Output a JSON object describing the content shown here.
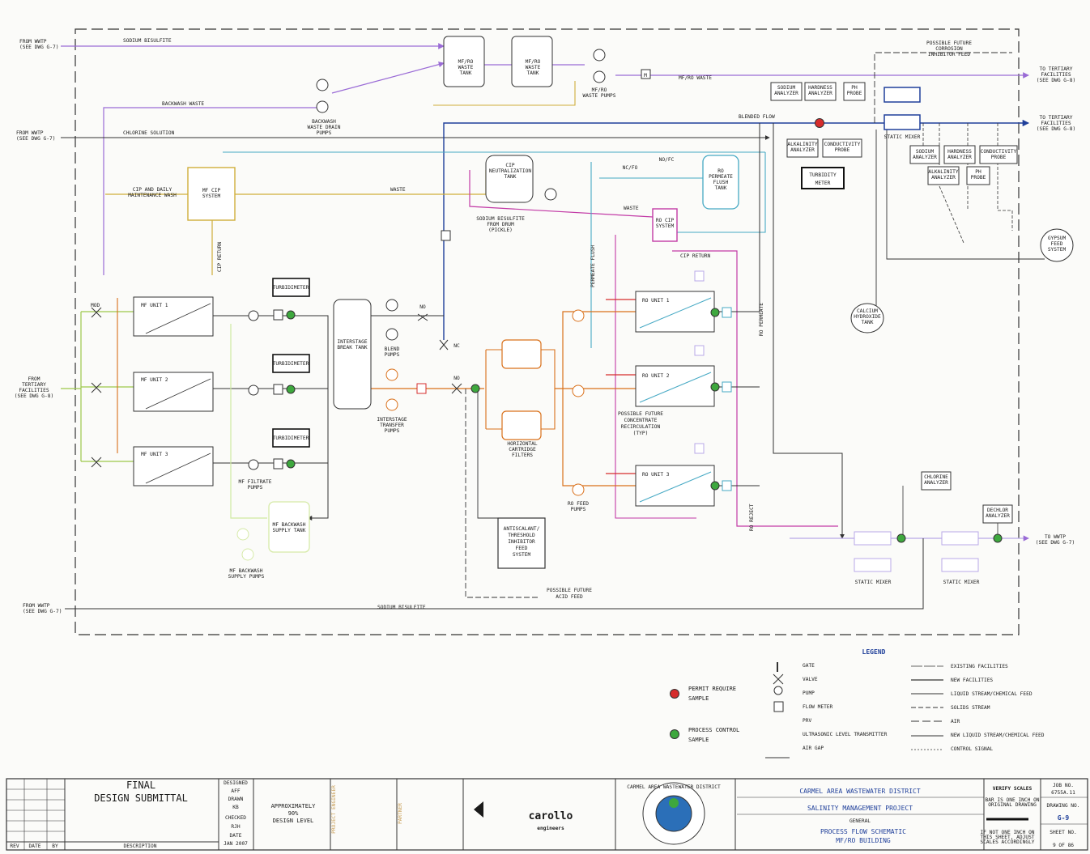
{
  "external": {
    "from_wwtp_1": [
      "FROM WWTP",
      "(SEE DWG G-7)"
    ],
    "from_wwtp_2": [
      "FROM WWTP",
      "(SEE DWG G-7)"
    ],
    "from_wwtp_3": [
      "FROM WWTP",
      "(SEE DWG G-7)"
    ],
    "from_tertiary": [
      "FROM",
      "TERTIARY",
      "FACILITIES",
      "(SEE DWG G-8)"
    ],
    "to_tertiary_1": [
      "TO TERTIARY",
      "FACILITIES",
      "(SEE DWG G-8)"
    ],
    "to_tertiary_2": [
      "TO TERTIARY",
      "FACILITIES",
      "(SEE DWG G-8)"
    ],
    "to_wwtp": [
      "TO WWTP",
      "(SEE DWG G-7)"
    ]
  },
  "streams": {
    "sodium_bisulfite_top": "SODIUM BISULFITE",
    "sodium_bisulfite_bottom": "SODIUM BISULFITE",
    "backwash_waste": "BACKWASH WASTE",
    "chlorine_solution": "CHLORINE SOLUTION",
    "mf_ro_waste": "MF/RO WASTE",
    "blended_flow": "BLENDED FLOW",
    "waste_cip": "WASTE",
    "waste_ro": "WASTE",
    "cip_return_v": "CIP RETURN",
    "cip_return_h": "CIP RETURN",
    "permeate_flush": "PERMEATE FLUSH",
    "ro_permeate": "RO PERMEATE",
    "ro_reject": "RO REJECT",
    "possible_future_acid": [
      "POSSIBLE FUTURE",
      "ACID FEED"
    ],
    "possible_future_corrosion": [
      "POSSIBLE FUTURE",
      "CORROSION",
      "INHIBITOR FEED"
    ],
    "possible_future_concentrate": [
      "POSSIBLE FUTURE",
      "CONCENTRATE",
      "RECIRCULATION",
      "(TYP)"
    ]
  },
  "equipment": {
    "mf_ro_waste_tank_1": [
      "MF/RO",
      "WASTE",
      "TANK"
    ],
    "mf_ro_waste_tank_2": [
      "MF/RO",
      "WASTE",
      "TANK"
    ],
    "mf_ro_waste_pumps": [
      "MF/RO",
      "WASTE PUMPS"
    ],
    "backwash_waste_drain_pumps": [
      "BACKWASH",
      "WASTE DRAIN",
      "PUMPS"
    ],
    "cip_daily_wash": [
      "CIP AND DAILY",
      "MAINTENANCE WASH"
    ],
    "mf_cip_system": [
      "MF CIP",
      "SYSTEM"
    ],
    "cip_neutralization_tank": [
      "CIP",
      "NEUTRALIZATION",
      "TANK"
    ],
    "sodium_bisulfite_drum": [
      "SODIUM BISULFITE",
      "FROM DRUM",
      "(PICKLE)"
    ],
    "ro_permeate_flush_tank": [
      "RO",
      "PERMEATE",
      "FLUSH",
      "TANK"
    ],
    "ro_cip_system": [
      "RO CIP",
      "SYSTEM"
    ],
    "mf_unit_1": "MF UNIT 1",
    "mf_unit_2": "MF UNIT 2",
    "mf_unit_3": "MF UNIT 3",
    "mod": "MOD",
    "turbidimeter": "TURBIDIMETER",
    "mf_filtrate_pumps": [
      "MF FILTRATE",
      "PUMPS"
    ],
    "mf_backwash_supply_tank": [
      "MF BACKWASH",
      "SUPPLY TANK"
    ],
    "mf_backwash_supply_pumps": [
      "MF BACKWASH",
      "SUPPLY PUMPS"
    ],
    "interstage_break_tank": [
      "INTERSTAGE",
      "BREAK TANK"
    ],
    "blend_pumps": [
      "BLEND",
      "PUMPS"
    ],
    "interstage_transfer_pumps": [
      "INTERSTAGE",
      "TRANSFER",
      "PUMPS"
    ],
    "horizontal_cartridge_filters": [
      "HORIZONTAL",
      "CARTRIDGE",
      "FILTERS"
    ],
    "antiscalant_system": [
      "ANTISCALANT/",
      "THRESHOLD",
      "INHIBITOR",
      "FEED",
      "SYSTEM"
    ],
    "ro_unit_1": "RO UNIT 1",
    "ro_unit_2": "RO UNIT 2",
    "ro_unit_3": "RO UNIT 3",
    "ro_feed_pumps": [
      "RO FEED",
      "PUMPS"
    ],
    "sodium_analyzer": [
      "SODIUM",
      "ANALYZER"
    ],
    "hardness_analyzer": [
      "HARDNESS",
      "ANALYZER"
    ],
    "ph_probe": [
      "PH",
      "PROBE"
    ],
    "alkalinity_analyzer": [
      "ALKALINITY",
      "ANALYZER"
    ],
    "conductivity_probe": [
      "CONDUCTIVITY",
      "PROBE"
    ],
    "turbidity_meter": [
      "TURBIDITY",
      "METER"
    ],
    "static_mixer_top": "STATIC MIXER",
    "static_mixer_1": "STATIC MIXER",
    "static_mixer_2": "STATIC MIXER",
    "gypsum_feed": [
      "GYPSUM",
      "FEED",
      "SYSTEM"
    ],
    "calcium_hydroxide": [
      "CALCIUM",
      "HYDROXIDE",
      "TANK"
    ],
    "chlorine_analyzer": [
      "CHLORINE",
      "ANALYZER"
    ],
    "dechlor_analyzer": [
      "DECHLOR",
      "ANALYZER"
    ],
    "valve_no": "NO",
    "valve_nc": "NC",
    "valve_nc_fo": "NC/FO",
    "valve_no_fc": "NO/FC",
    "meter_m": "M"
  },
  "legend": {
    "title": "LEGEND",
    "permit_sample": [
      "PERMIT REQUIRE",
      "SAMPLE"
    ],
    "process_sample": [
      "PROCESS CONTROL",
      "SAMPLE"
    ],
    "symbols": [
      "GATE",
      "VALVE",
      "PUMP",
      "FLOW METER",
      "PRV",
      "ULTRASONIC LEVEL TRANSMITTER",
      "AIR GAP"
    ],
    "lines": [
      "EXISTING FACILITIES",
      "NEW FACILITIES",
      "LIQUID STREAM/CHEMICAL FEED",
      "SOLIDS STREAM",
      "AIR",
      "NEW LIQUID STREAM/CHEMICAL FEED",
      "CONTROL SIGNAL"
    ]
  },
  "title_block": {
    "submittal": [
      "FINAL",
      "DESIGN SUBMITTAL"
    ],
    "designed_label": "DESIGNED",
    "designed_val": "AFF",
    "drawn_label": "DRAWN",
    "drawn_val": "KB",
    "checked_label": "CHECKED",
    "checked_val": "RJH",
    "date_label": "DATE",
    "date_val": "JAN 2007",
    "design_level": [
      "APPROXIMATELY",
      "90%",
      "DESIGN LEVEL"
    ],
    "project_engineer": "PROJECT ENGINEER",
    "partner": "PARTNER",
    "company": "carollo",
    "company_sub": "engineers",
    "district": "CARMEL AREA WASTEWATER DISTRICT",
    "project": "SALINITY MANAGEMENT PROJECT",
    "sheet_cat": "GENERAL",
    "sheet_title": [
      "PROCESS FLOW SCHEMATIC",
      "MF/RO BUILDING"
    ],
    "verify_scales": "VERIFY SCALES",
    "scale_note": [
      "BAR IS ONE INCH ON",
      "ORIGINAL DRAWING"
    ],
    "scale_note2": [
      "IF NOT ONE INCH ON",
      "THIS SHEET, ADJUST",
      "SCALES ACCORDINGLY"
    ],
    "job_no_label": "JOB NO.",
    "job_no": "6755A.11",
    "drawing_no_label": "DRAWING NO.",
    "drawing_no": "G-9",
    "sheet_no_label": "SHEET NO.",
    "sheet_no": "9 OF 86",
    "rev_headers": [
      "REV",
      "DATE",
      "BY",
      "DESCRIPTION"
    ],
    "seal_text": "CARMEL AREA WASTEWATER DISTRICT"
  },
  "colors": {
    "orange": "#d9701a",
    "purple": "#9a6bd6",
    "cyan": "#46a9c4",
    "magenta": "#c23aa6",
    "red": "#d62d2d",
    "green": "#3ea83e",
    "yellow": "#cfae3a",
    "lime": "#9cc84a",
    "navy": "#1f3f9a",
    "ink": "#1a1a1a"
  }
}
